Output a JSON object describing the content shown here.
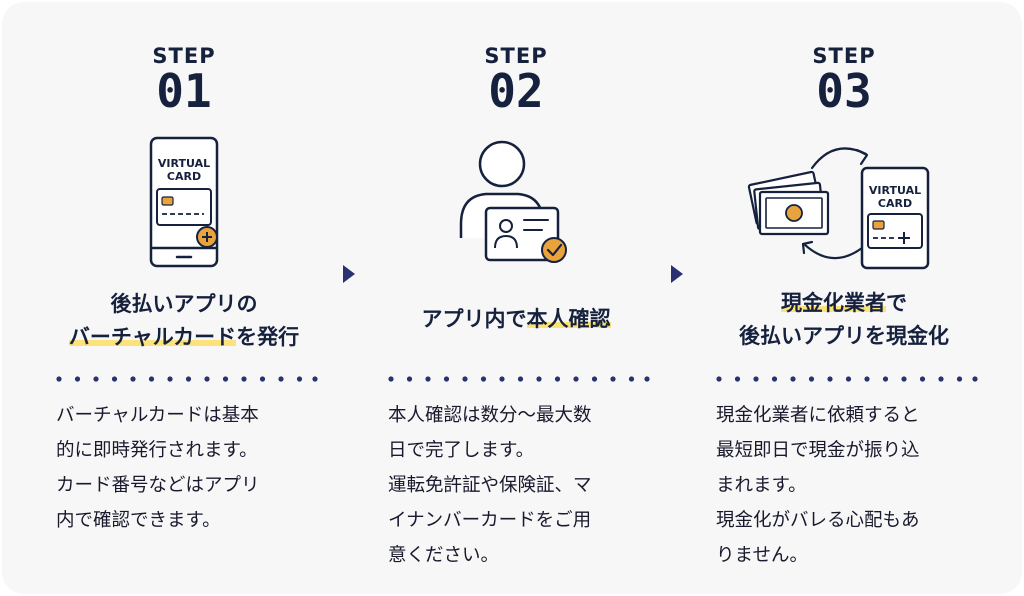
{
  "steps": [
    {
      "step_label": "STEP",
      "number": "01",
      "card_text_line1": "VIRTUAL",
      "card_text_line2": "CARD",
      "title_line1": "後払いアプリの",
      "title_line2_highlight": "バーチャルカード",
      "title_line2_rest": "を発行",
      "description": "バーチャルカードは基本\n的に即時発行されます。\nカード番号などはアプリ\n内で確認できます。"
    },
    {
      "step_label": "STEP",
      "number": "02",
      "title_pre": "アプリ内で",
      "title_highlight": "本人確認",
      "description": "本人確認は数分〜最大数\n日で完了します。\n運転免許証や保険証、マ\nイナンバーカードをご用\n意ください。"
    },
    {
      "step_label": "STEP",
      "number": "03",
      "card_text_line1": "VIRTUAL",
      "card_text_line2": "CARD",
      "title_line1_highlight": "現金化業者",
      "title_line1_rest": "で",
      "title_line2": "後払いアプリを現金化",
      "description": "現金化業者に依頼すると\n最短即日で現金が振り込\nまれます。\n現金化がバレる心配もあ\nりません。"
    }
  ],
  "colors": {
    "navy": "#16213e",
    "accent_orange": "#e8a33d",
    "highlight_yellow": "#fbe27a",
    "background": "#f7f7f7"
  }
}
